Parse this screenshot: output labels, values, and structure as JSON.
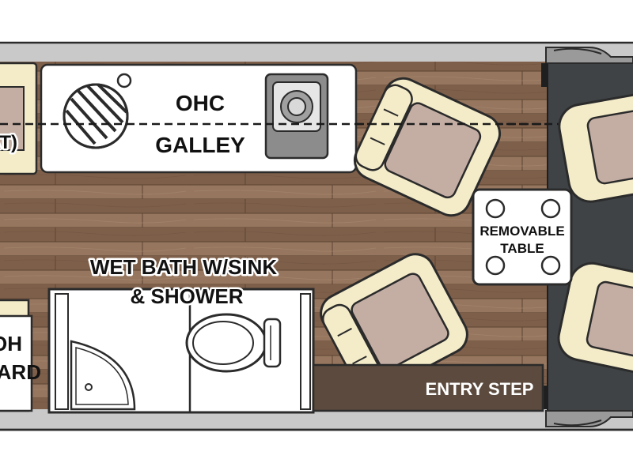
{
  "floorplan": {
    "labels": {
      "seat_partial": "AT)",
      "galley_line1": "OHC",
      "galley_line2": "GALLEY",
      "table_line1": "REMOVABLE",
      "table_line2": "TABLE",
      "bath_line1": "WET BATH W/SINK",
      "bath_line2": "& SHOWER",
      "wardrobe_line1": "OH",
      "wardrobe_line2": "ARD",
      "entry_step": "ENTRY STEP"
    },
    "icons": [
      "burner-icon",
      "sink-icon",
      "microwave-icon",
      "toilet-icon",
      "shower-icon",
      "captain-chair-icon",
      "cab-seat-icon"
    ],
    "colors": {
      "outline": "#2b2b2b",
      "wall_gray": "#c9c9c9",
      "wood": "#8a6a52",
      "cab_floor": "#3f4346",
      "chair_cream": "#f4ecc9",
      "chair_seat": "#c4aea4",
      "entry_step": "#5b4a3d",
      "counter": "#ffffff"
    }
  }
}
